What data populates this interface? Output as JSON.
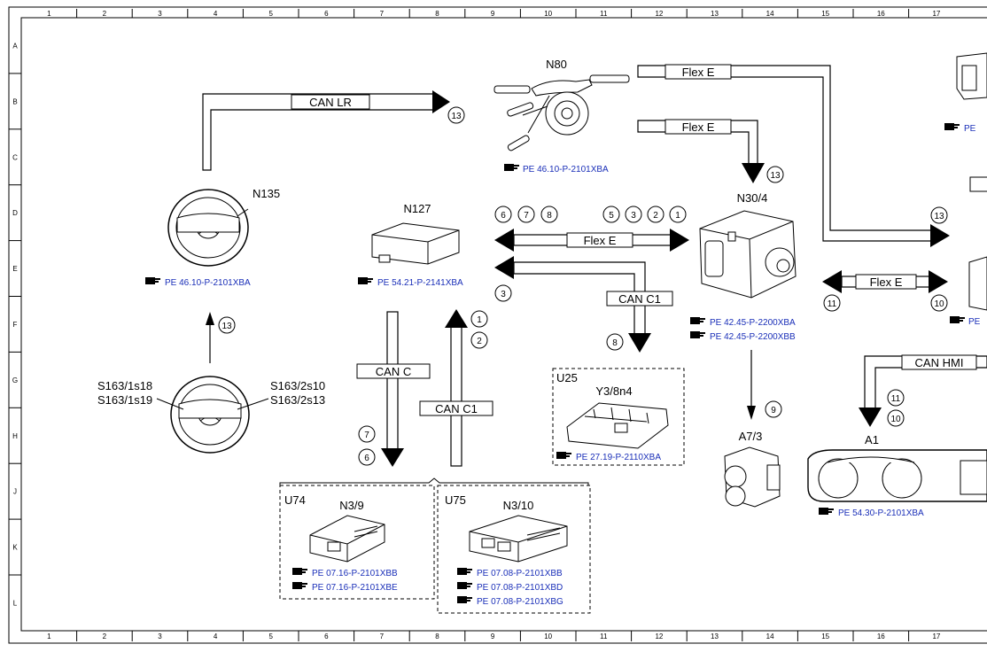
{
  "grid": {
    "columns": [
      "1",
      "2",
      "3",
      "4",
      "5",
      "6",
      "7",
      "8",
      "9",
      "10",
      "11",
      "12",
      "13",
      "14",
      "15",
      "16",
      "17"
    ],
    "rows": [
      "A",
      "B",
      "C",
      "D",
      "E",
      "F",
      "G",
      "H",
      "J",
      "K",
      "L"
    ]
  },
  "components": {
    "n80": {
      "label": "N80",
      "ref": "PE 46.10-P-2101XBA"
    },
    "n135": {
      "label": "N135",
      "ref": "PE 46.10-P-2101XBA"
    },
    "n127": {
      "label": "N127",
      "ref": "PE 54.21-P-2141XBA"
    },
    "n30_4": {
      "label": "N30/4",
      "refs": [
        "PE 42.45-P-2200XBA",
        "PE 42.45-P-2200XBB"
      ]
    },
    "s163": {
      "labels": [
        "S163/1s18",
        "S163/1s19",
        "S163/2s10",
        "S163/2s13"
      ]
    },
    "u25": {
      "group": "U25",
      "label": "Y3/8n4",
      "ref": "PE 27.19-P-2110XBA"
    },
    "a7_3": {
      "label": "A7/3"
    },
    "a1": {
      "label": "A1",
      "ref": "PE 54.30-P-2101XBA"
    },
    "u74": {
      "group": "U74",
      "label": "N3/9",
      "refs": [
        "PE 07.16-P-2101XBB",
        "PE 07.16-P-2101XBE"
      ]
    },
    "u75": {
      "group": "U75",
      "label": "N3/10",
      "refs": [
        "PE 07.08-P-2101XBB",
        "PE 07.08-P-2101XBD",
        "PE 07.08-P-2101XBG"
      ]
    },
    "edge_ref": {
      "ref": "PE"
    },
    "edge_ref2": {
      "ref": "PE"
    }
  },
  "buses": {
    "can_lr": "CAN LR",
    "flex_e": "Flex E",
    "can_c": "CAN C",
    "can_c1": "CAN C1",
    "can_hmi": "CAN HMI"
  },
  "circles": {
    "c13_top": "13",
    "c13_n30": "13",
    "c13_right": "13",
    "c13_steer": "13",
    "c6": "6",
    "c7": "7",
    "c8": "8",
    "c5": "5",
    "c3a": "3",
    "c2a": "2",
    "c1a": "1",
    "c3b": "3",
    "c1b": "1",
    "c2b": "2",
    "c7b": "7",
    "c6b": "6",
    "c8b": "8",
    "c9": "9",
    "c11a": "11",
    "c10a": "10",
    "c11b": "11",
    "c10b": "10"
  }
}
